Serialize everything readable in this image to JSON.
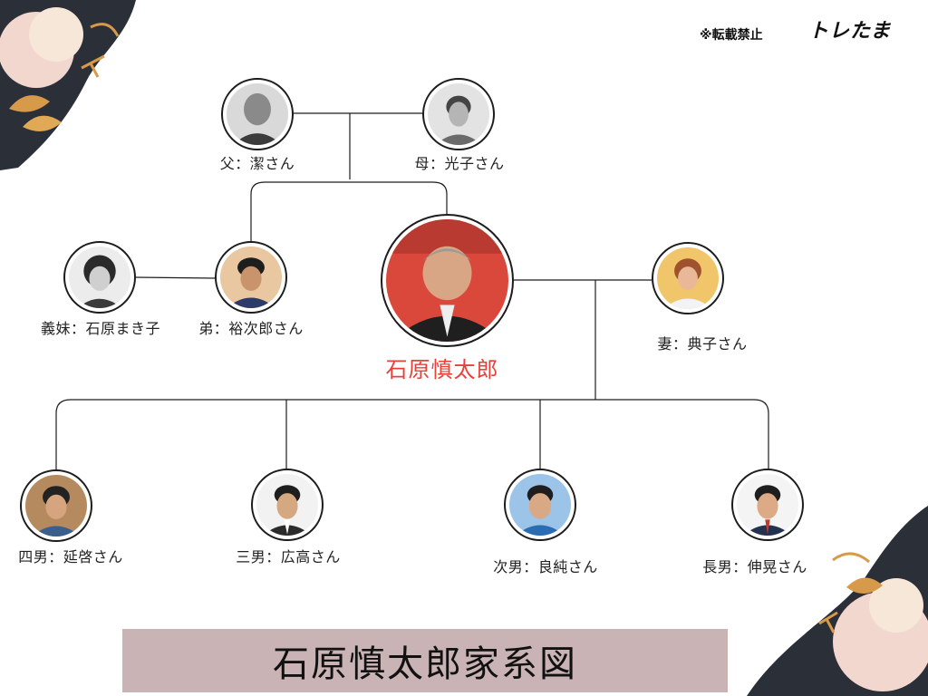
{
  "header": {
    "notice": "※転載禁止",
    "brand": "トレたま"
  },
  "people": {
    "father": "父：潔さん",
    "mother": "母：光子さん",
    "sister_in_law": "義妹：石原まき子",
    "brother": "弟：裕次郎さん",
    "main": "石原慎太郎",
    "wife": "妻：典子さん",
    "son4": "四男：延啓さん",
    "son3": "三男：広高さん",
    "son2": "次男：良純さん",
    "son1": "長男：伸晃さん"
  },
  "footer": {
    "title": "石原慎太郎家系図"
  },
  "colors": {
    "accent": "#e8413c",
    "title_bg": "#c9b3b5",
    "line": "#1c1c1c"
  }
}
